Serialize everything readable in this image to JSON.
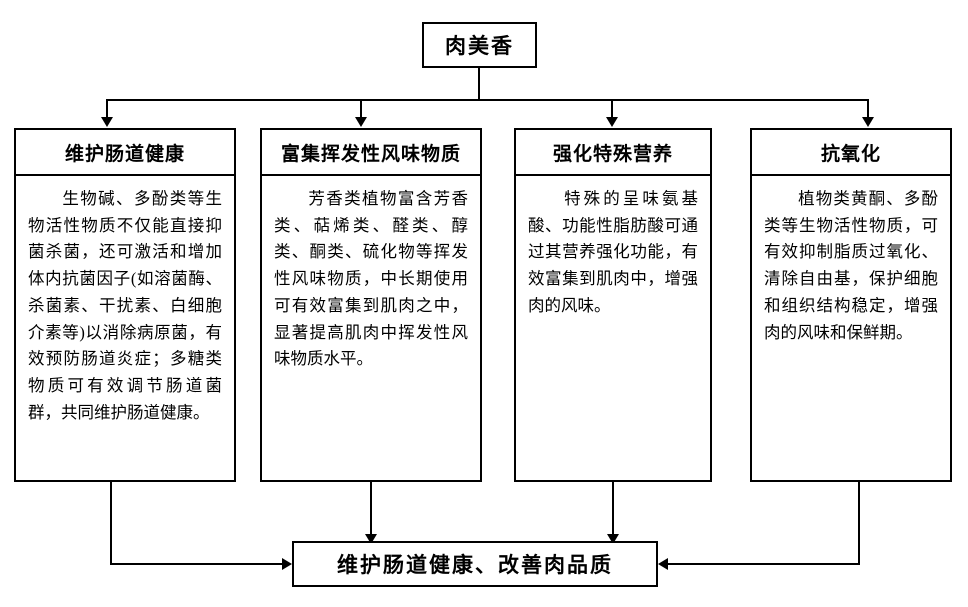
{
  "diagram": {
    "title": "肉美香",
    "columns": [
      {
        "header": "维护肠道健康",
        "body": "生物碱、多酚类等生物活性物质不仅能直接抑菌杀菌，还可激活和增加体内抗菌因子(如溶菌酶、杀菌素、干扰素、白细胞介素等)以消除病原菌，有效预防肠道炎症；多糖类物质可有效调节肠道菌群，共同维护肠道健康。"
      },
      {
        "header": "富集挥发性风味物质",
        "body": "芳香类植物富含芳香类、萜烯类、醛类、醇类、酮类、硫化物等挥发性风味物质，中长期使用可有效富集到肌肉之中，显著提高肌肉中挥发性风味物质水平。"
      },
      {
        "header": "强化特殊营养",
        "body": "特殊的呈味氨基酸、功能性脂肪酸可通过其营养强化功能，有效富集到肌肉中，增强肉的风味。"
      },
      {
        "header": "抗氧化",
        "body": "植物类黄酮、多酚类等生物活性物质，可有效抑制脂质过氧化、清除自由基，保护细胞和组织结构稳定，增强肉的风味和保鲜期。"
      }
    ],
    "result": "维护肠道健康、改善肉品质"
  }
}
